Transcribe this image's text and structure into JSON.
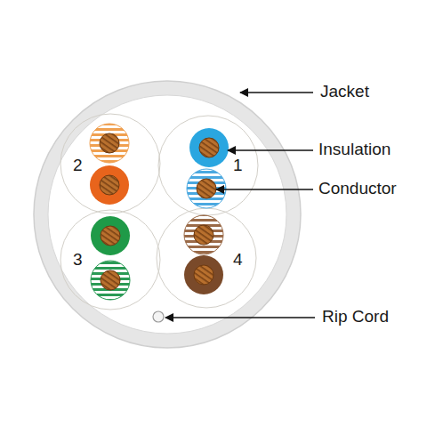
{
  "diagram": {
    "labels": [
      "Jacket",
      "Insulation",
      "Conductor",
      "Rip Cord",
      "2",
      "1",
      "3",
      "4"
    ]
  }
}
